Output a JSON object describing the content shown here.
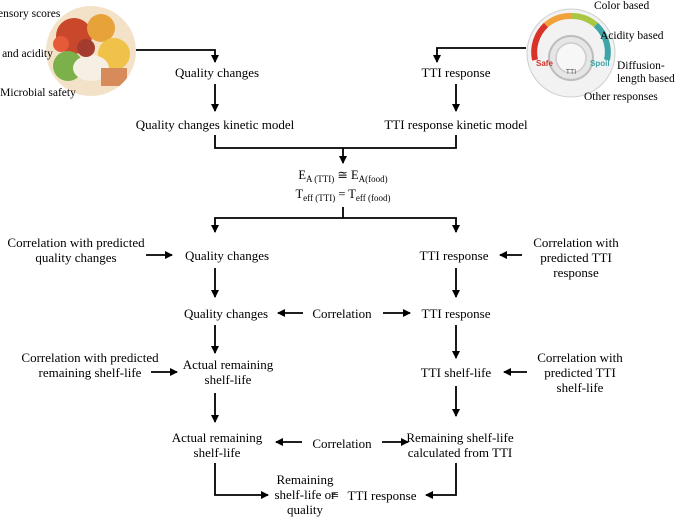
{
  "food_image": {
    "labels": [
      "Sensory scores",
      "pH and acidity",
      "Microbial safety"
    ]
  },
  "tti_image": {
    "dial_labels": {
      "safe": "Safe",
      "spoil": "Spoil",
      "center": "TTI"
    },
    "response_types": [
      "Color based",
      "Acidity  based",
      "Diffusion-length  based",
      "Other responses"
    ]
  },
  "left_column": {
    "quality_changes_top": "Quality changes",
    "kinetic_model": "Quality changes kinetic model",
    "quality_changes_2": "Quality changes",
    "quality_changes_3": "Quality changes",
    "actual_remaining_1": "Actual remaining shelf-life",
    "actual_remaining_2": "Actual remaining shelf-life"
  },
  "right_column": {
    "tti_response_top": "TTI response",
    "kinetic_model": "TTI response kinetic model",
    "tti_response_2": "TTI response",
    "tti_response_3": "TTI response",
    "tti_shelf_life": "TTI shelf-life",
    "remaining_calc": "Remaining shelf-life calculated from TTI"
  },
  "equation": {
    "line1": {
      "e": "E",
      "sub_left": "A (TTI)",
      "op": "≅",
      "e2": "E",
      "sub_right": "A(food)"
    },
    "line2": {
      "t": "T",
      "sub_left": "eff (TTI)",
      "op": "=",
      "t2": "T",
      "sub_right": "eff (food)"
    }
  },
  "side_inputs": {
    "corr_pred_quality": "Correlation with predicted quality changes",
    "corr_pred_tti_response": "Correlation with predicted TTI response",
    "corr_pred_remaining": "Correlation with predicted remaining shelf-life",
    "corr_pred_tti_shelf": "Correlation with predicted TTI shelf-life"
  },
  "correlations": {
    "mid1": "Correlation",
    "mid2": "Correlation"
  },
  "bottom": {
    "remaining_or_quality": "Remaining shelf-life or quality",
    "equiv": "≡",
    "tti_response": "TTI response"
  }
}
